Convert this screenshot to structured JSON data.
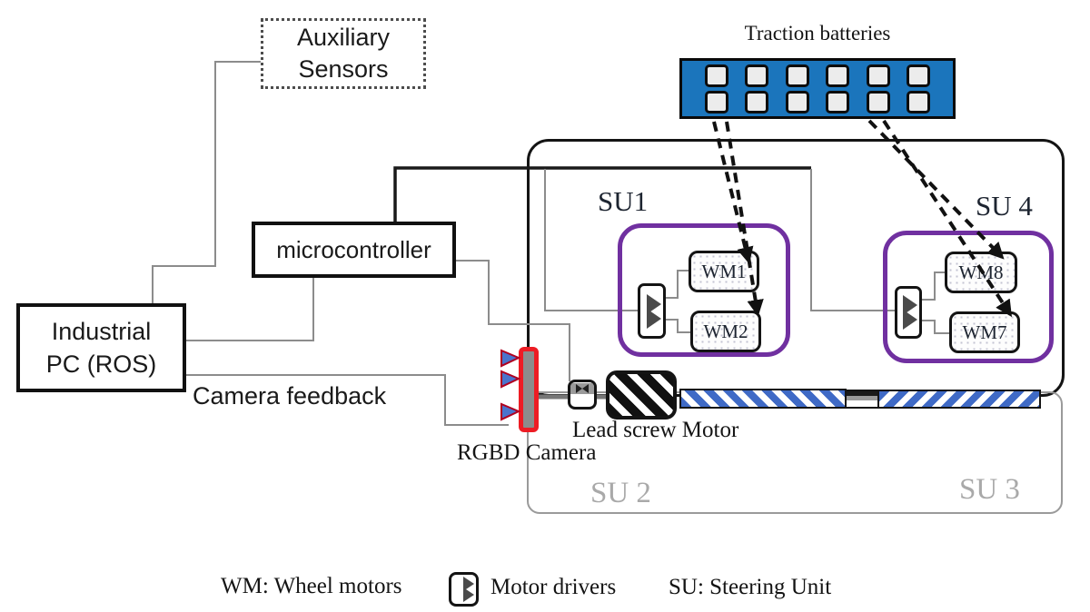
{
  "diagram": {
    "aux": {
      "line1": "Auxiliary",
      "line2": "Sensors"
    },
    "pc": {
      "line1": "Industrial",
      "line2": "PC (ROS)"
    },
    "micro": {
      "label": "microcontroller"
    },
    "battery": {
      "label": "Traction batteries",
      "cell_pairs": 6
    },
    "su1": {
      "label": "SU1",
      "wm_top": "WM1",
      "wm_bottom": "WM2"
    },
    "su4": {
      "label": "SU 4",
      "wm_top": "WM8",
      "wm_bottom": "WM7"
    },
    "su2": {
      "label": "SU 2"
    },
    "su3": {
      "label": "SU 3"
    },
    "camera_feedback": "Camera feedback",
    "lead_screw_motor": "Lead screw Motor",
    "rgbd_camera": "RGBD Camera"
  },
  "legend": {
    "wm": "WM: Wheel motors",
    "motor_drivers": "Motor drivers",
    "su": "SU: Steering Unit"
  },
  "colors": {
    "battery_blue": "#1b75bc",
    "su_purple": "#7030a0",
    "camera_red": "#ed1c24",
    "screw_blue": "#3f6ac6",
    "wire_gray": "#8c8c8c",
    "su23_text_gray": "#a9a9a9",
    "line_black": "#141414"
  }
}
